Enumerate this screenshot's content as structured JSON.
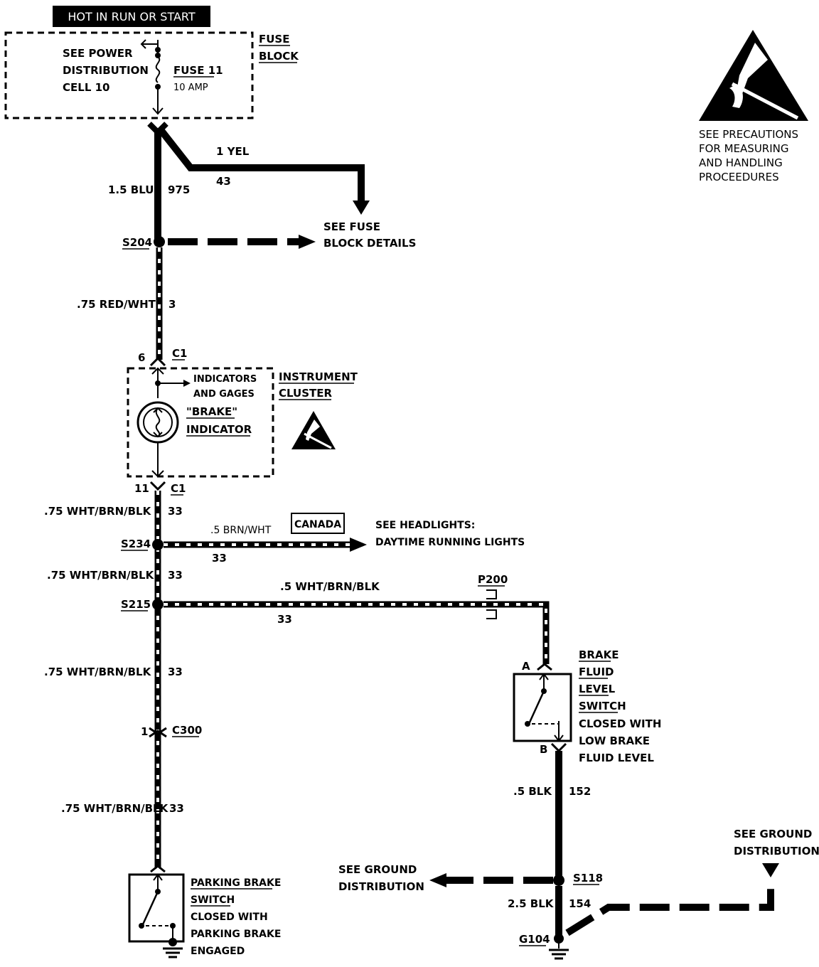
{
  "header": {
    "hot_label": "HOT IN RUN OR START"
  },
  "fuse_block": {
    "title_line1": "FUSE",
    "title_line2": "BLOCK",
    "see_line1": "SEE POWER",
    "see_line2": "DISTRIBUTION",
    "see_line3": "CELL 10",
    "fuse_name": "FUSE 11",
    "fuse_rating": "10 AMP"
  },
  "precautions": {
    "line1": "SEE PRECAUTIONS",
    "line2": "FOR MEASURING",
    "line3": "AND HANDLING",
    "line4": "PROCEEDURES"
  },
  "wires": {
    "yel_label": "1 YEL",
    "yel_circuit": "43",
    "blu_label": "1.5 BLU",
    "blu_circuit": "975",
    "redwht_label": ".75 RED/WHT",
    "redwht_circuit": "3",
    "wbb1_label": ".75 WHT/BRN/BLK",
    "wbb1_circuit": "33",
    "brnwht_label": ".5 BRN/WHT",
    "brnwht_circuit": "33",
    "wbb2_label": ".75 WHT/BRN/BLK",
    "wbb2_circuit": "33",
    "wbb_small_label": ".5 WHT/BRN/BLK",
    "wbb_small_circuit": "33",
    "wbb3_label": ".75 WHT/BRN/BLK",
    "wbb3_circuit": "33",
    "wbb4_label": ".75 WHT/BRN/BLK",
    "wbb4_circuit": "33",
    "blk152_label": ".5 BLK",
    "blk152_circuit": "152",
    "blk154_label": "2.5 BLK",
    "blk154_circuit": "154"
  },
  "splices": {
    "s204": "S204",
    "s234": "S234",
    "s215": "S215",
    "s118": "S118",
    "g104": "G104"
  },
  "connectors": {
    "c1_top_pin": "6",
    "c1_top": "C1",
    "c1_bottom_pin": "11",
    "c1_bottom": "C1",
    "c300_pin": "1",
    "c300": "C300",
    "p200": "P200",
    "pin_a": "A",
    "pin_b": "B"
  },
  "refs": {
    "fuse_details_line1": "SEE FUSE",
    "fuse_details_line2": "BLOCK DETAILS",
    "canada": "CANADA",
    "headlights_line1": "SEE HEADLIGHTS:",
    "headlights_line2": "DAYTIME RUNNING LIGHTS",
    "ground_left_line1": "SEE GROUND",
    "ground_left_line2": "DISTRIBUTION",
    "ground_right_line1": "SEE GROUND",
    "ground_right_line2": "DISTRIBUTION"
  },
  "cluster": {
    "indicators_line1": "INDICATORS",
    "indicators_line2": "AND GAGES",
    "brake_line1": "\"BRAKE\"",
    "brake_line2": "INDICATOR",
    "title_line1": "INSTRUMENT",
    "title_line2": "CLUSTER"
  },
  "brake_fluid_switch": {
    "line1": "BRAKE",
    "line2": "FLUID",
    "line3": "LEVEL",
    "line4": "SWITCH",
    "line5": "CLOSED WITH",
    "line6": "LOW BRAKE",
    "line7": "FLUID LEVEL"
  },
  "parking_switch": {
    "line1": "PARKING BRAKE",
    "line2": "SWITCH",
    "line3": "CLOSED WITH",
    "line4": "PARKING BRAKE",
    "line5": "ENGAGED"
  },
  "icons": {
    "esd": "esd-warning-icon",
    "ground": "ground-symbol-icon",
    "fuse": "fuse-icon",
    "bulb": "bulb-icon"
  }
}
